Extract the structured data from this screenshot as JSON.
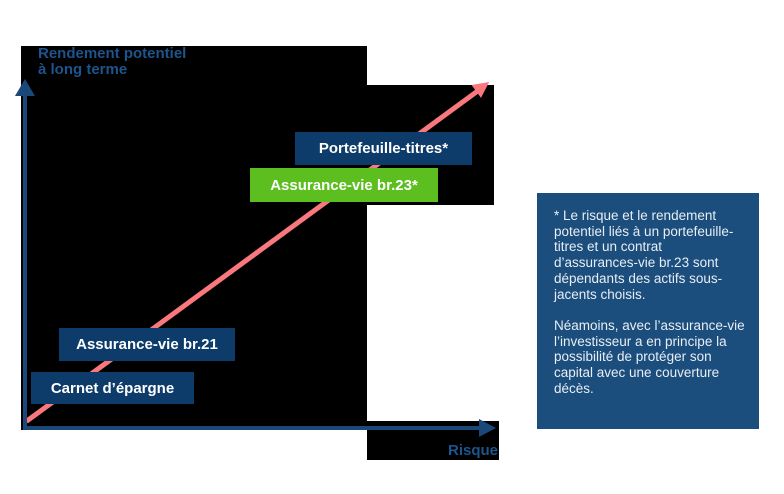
{
  "colors": {
    "chart_background": "#000000",
    "navy_label_box": "#0d3c6b",
    "navy_note_box": "#1b4d7d",
    "axis_navy": "#1a4878",
    "axis_text_navy": "#1d548c",
    "green_box": "#5cbe1f",
    "trend_pink": "#f8787e",
    "label_text": "#ffffff",
    "note_text": "#e8eef4"
  },
  "diagram": {
    "y_axis_label": "Rendement potentiel\nà long terme",
    "x_axis_label": "Risque",
    "items": [
      {
        "label": "Carnet d’épargne",
        "variant": "navy"
      },
      {
        "label": "Assurance-vie br.21",
        "variant": "navy"
      },
      {
        "label": "Assurance-vie br.23*",
        "variant": "green"
      },
      {
        "label": "Portefeuille-titres*",
        "variant": "navy"
      }
    ]
  },
  "chart_data": {
    "type": "scatter",
    "title": "",
    "xlabel": "Risque",
    "ylabel": "Rendement potentiel à long terme",
    "legend": "none",
    "axes_quantitative": false,
    "points": [
      {
        "label": "Carnet d’épargne",
        "risk_rank": 1,
        "return_rank": 1
      },
      {
        "label": "Assurance-vie br.21",
        "risk_rank": 2,
        "return_rank": 2
      },
      {
        "label": "Assurance-vie br.23*",
        "risk_rank": 3,
        "return_rank": 3
      },
      {
        "label": "Portefeuille-titres*",
        "risk_rank": 4,
        "return_rank": 4
      }
    ],
    "annotation": "Diagonal ascending arrow from origin: higher risk corresponds to higher potential long-term return"
  },
  "note": {
    "paragraph1": "* Le risque et le rendement\npotentiel liés à un portefeuille-\ntitres et un contrat\nd’assurances-vie br.23 sont\ndépendants des actifs sous-\njacents choisis.",
    "paragraph2": "Néamoins, avec l’assurance-vie\nl’investisseur a en principe la\npossibilité de protéger son\ncapital avec une couverture\ndécès."
  }
}
